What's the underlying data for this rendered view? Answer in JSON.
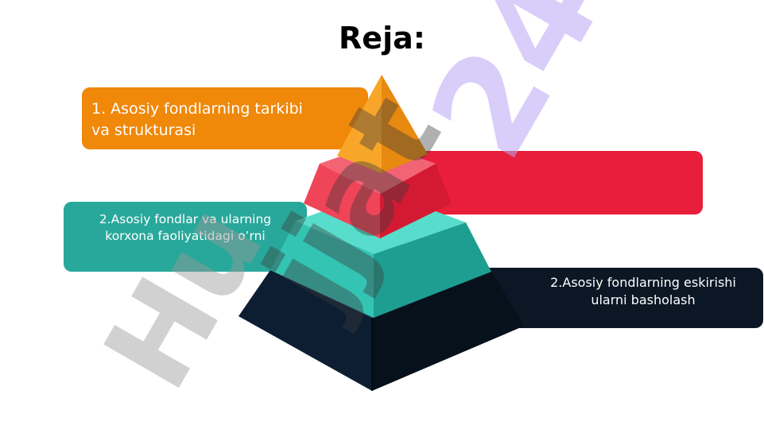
{
  "title": "Reja:",
  "items": [
    {
      "text_line1": "1. Asosiy fondlarning tarkibi",
      "text_line2": "va strukturasi",
      "color": "#F0880A"
    },
    {
      "text_line1": "",
      "text_line2": "",
      "color": "#E81E3A"
    },
    {
      "text_line1": "2.Asosiy fondlar va ularning",
      "text_line2": "korxona faoliyatidagi o’rni",
      "color": "#28A89A"
    },
    {
      "text_line1": "2.Asosiy fondlarning eskirishi",
      "text_line2": "ularni basholash",
      "color": "#0B1724"
    }
  ],
  "watermark": {
    "part_a": "Hu",
    "part_b": "jjat",
    "part_c": "24"
  }
}
